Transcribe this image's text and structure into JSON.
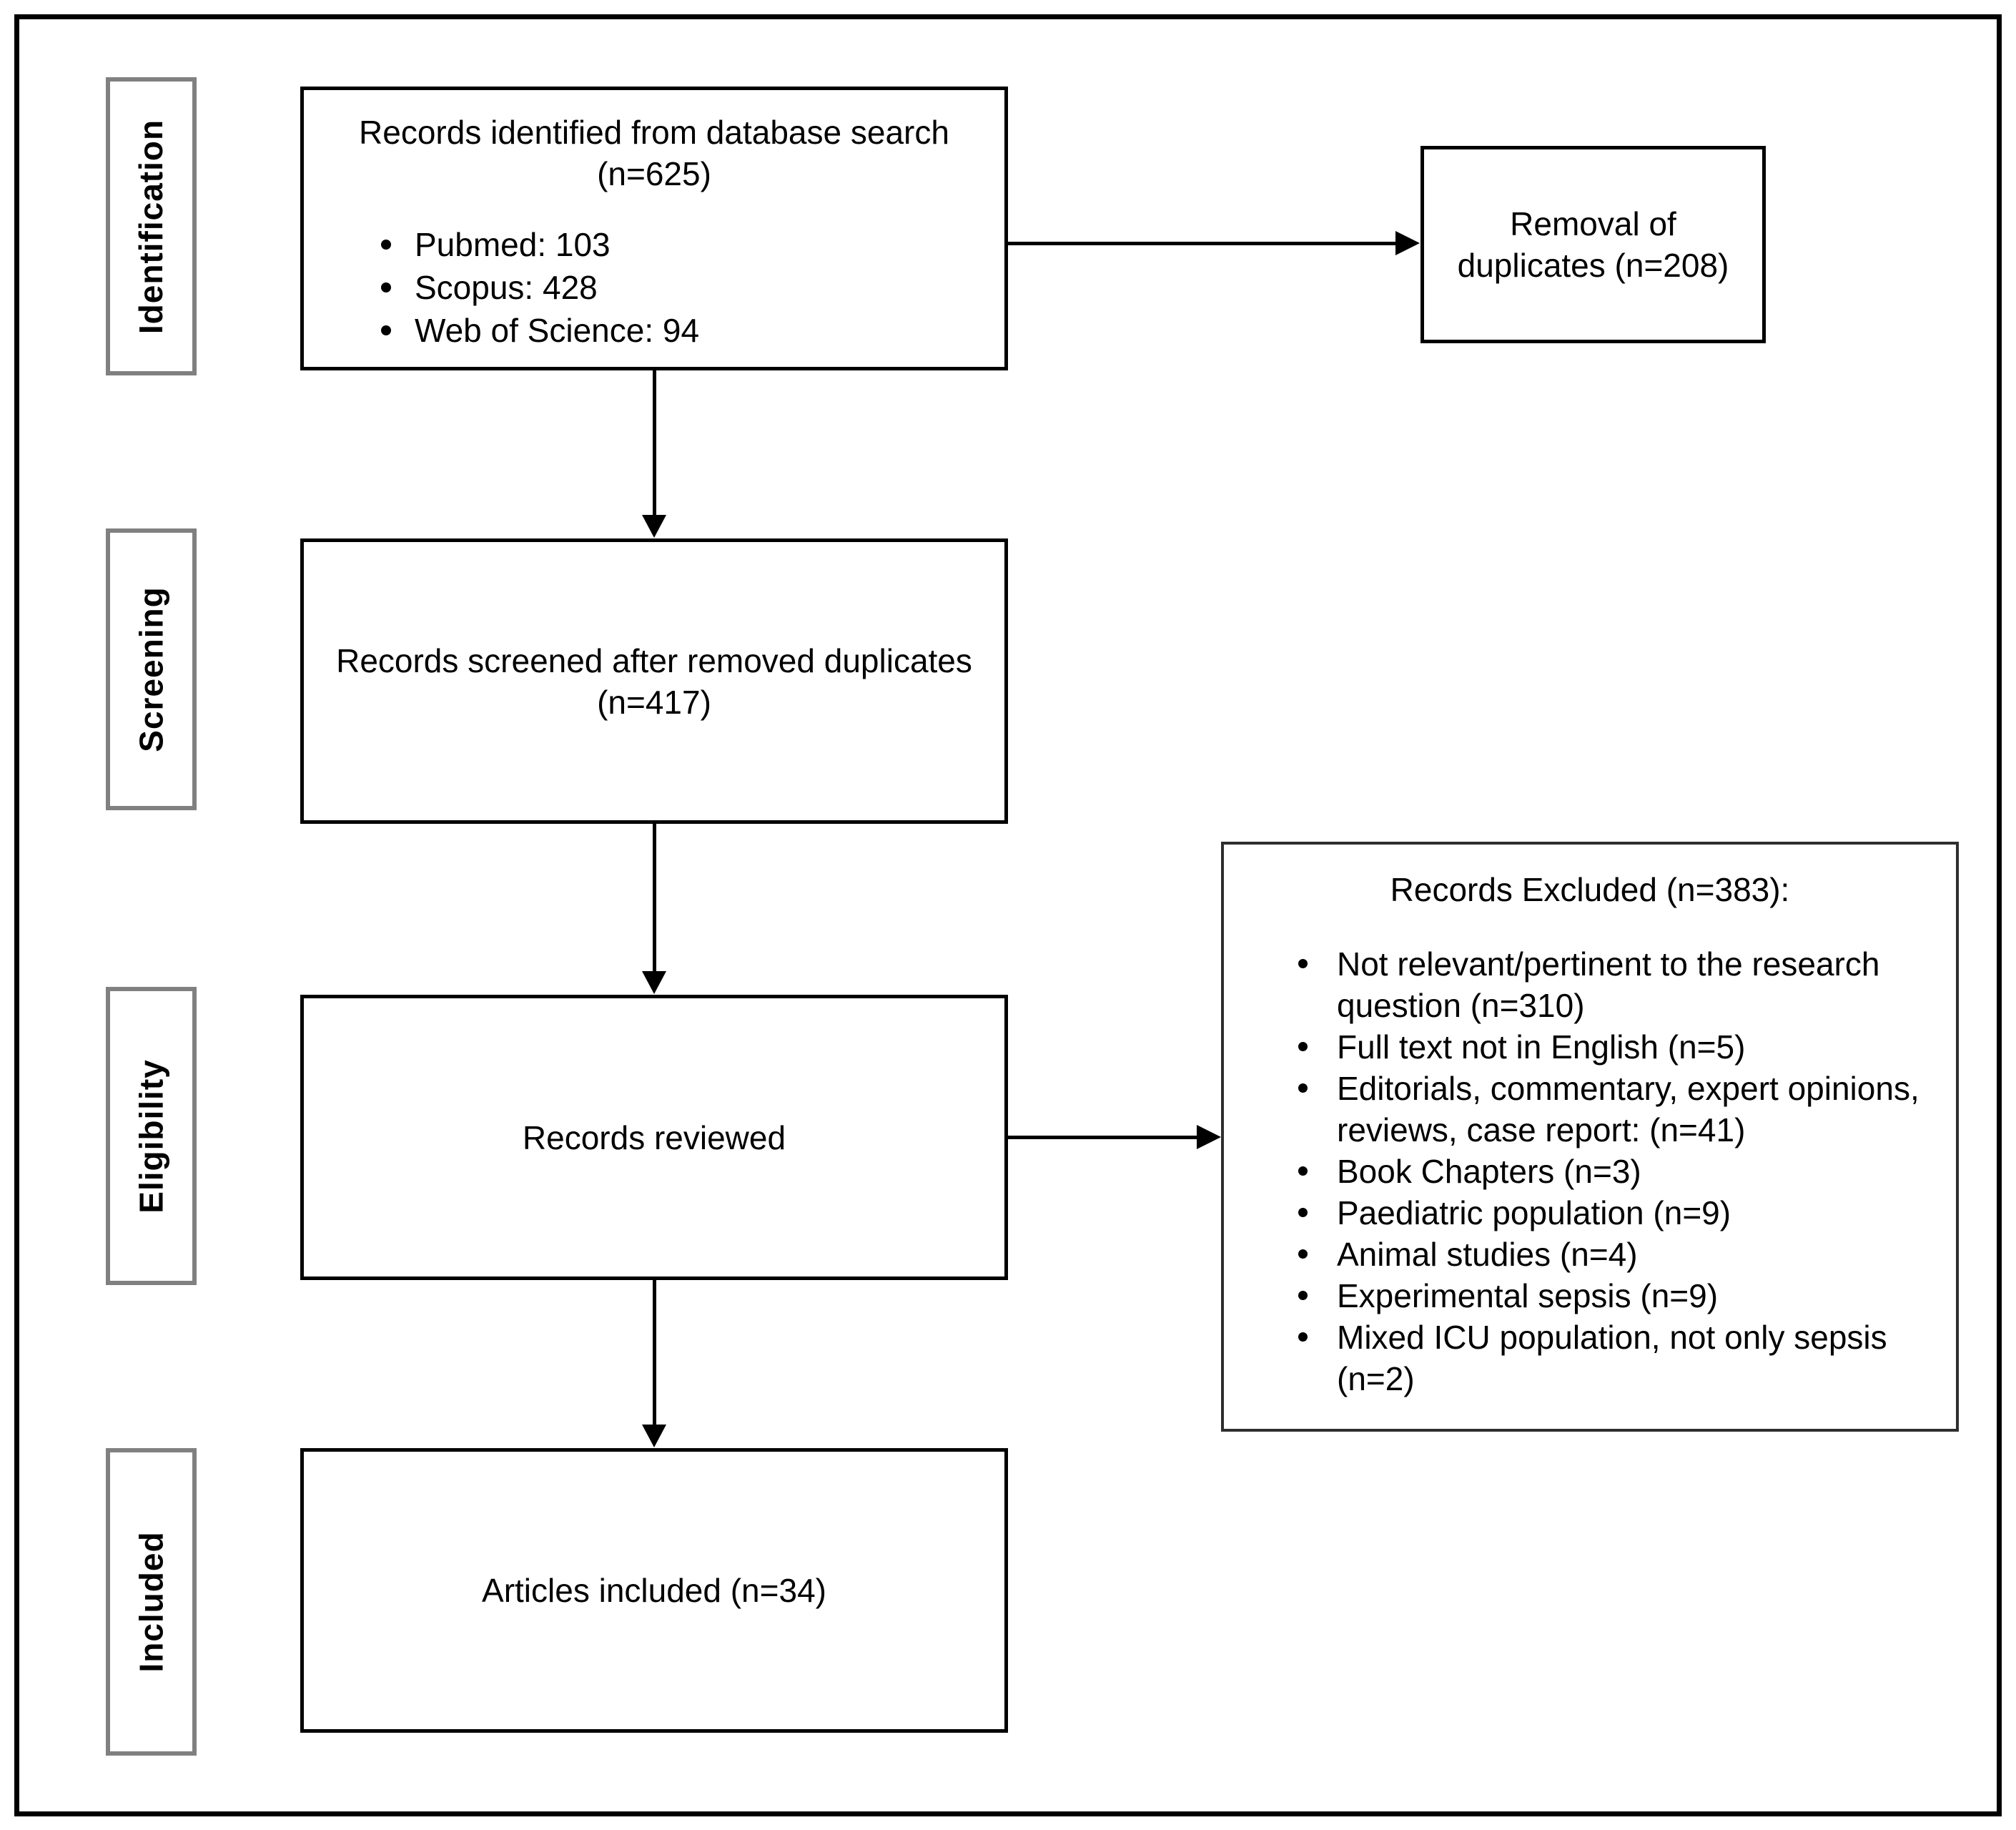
{
  "diagram": {
    "stages": [
      {
        "label": "Identification"
      },
      {
        "label": "Screening"
      },
      {
        "label": "Eligibility"
      },
      {
        "label": "Included"
      }
    ],
    "boxes": {
      "identified": {
        "title_line1": "Records identified from database search",
        "title_line2": "(n=625)",
        "bullets": [
          "Pubmed: 103",
          "Scopus: 428",
          "Web of Science: 94"
        ]
      },
      "duplicates": {
        "line1": "Removal of",
        "line2": "duplicates (n=208)"
      },
      "screened": {
        "title_line1": "Records screened after removed duplicates",
        "title_line2": "(n=417)"
      },
      "reviewed": {
        "label": "Records reviewed"
      },
      "excluded": {
        "title": "Records Excluded (n=383):",
        "bullets": [
          "Not relevant/pertinent to the research question (n=310)",
          "Full text not in English (n=5)",
          "Editorials, commentary, expert opinions, reviews, case report: (n=41)",
          "Book Chapters (n=3)",
          "Paediatric population (n=9)",
          "Animal studies (n=4)",
          "Experimental sepsis (n=9)",
          "Mixed ICU population, not only sepsis (n=2)"
        ]
      },
      "included": {
        "label": "Articles included (n=34)"
      }
    },
    "colors": {
      "background": "#ffffff",
      "box_border": "#000000",
      "stage_border": "#808080",
      "text": "#000000"
    }
  }
}
